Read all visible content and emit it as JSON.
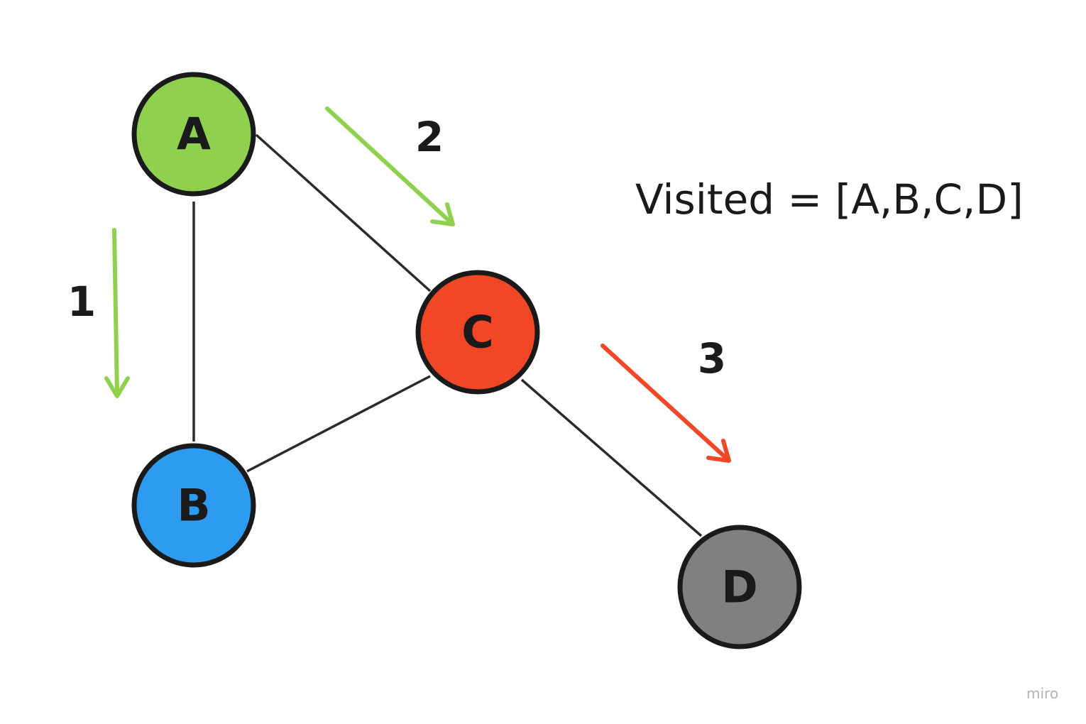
{
  "colors": {
    "visited_green": "#8fd14f",
    "start_blue": "#2d9bf0",
    "current_red": "#f24726",
    "unvisited_gray": "#808080",
    "edge": "#2b2b2b",
    "outline": "#1a1a1a"
  },
  "nodes": [
    {
      "id": "A",
      "label": "A",
      "color": "#8fd14f"
    },
    {
      "id": "B",
      "label": "B",
      "color": "#2d9bf0"
    },
    {
      "id": "C",
      "label": "C",
      "color": "#f24726"
    },
    {
      "id": "D",
      "label": "D",
      "color": "#808080"
    }
  ],
  "edges": [
    {
      "from": "A",
      "to": "B"
    },
    {
      "from": "A",
      "to": "C"
    },
    {
      "from": "B",
      "to": "C"
    },
    {
      "from": "C",
      "to": "D"
    }
  ],
  "steps": [
    {
      "label": "1",
      "from": "A",
      "to": "B",
      "color": "#8fd14f"
    },
    {
      "label": "2",
      "from": "A",
      "to": "C",
      "color": "#8fd14f"
    },
    {
      "label": "3",
      "from": "C",
      "to": "D",
      "color": "#f24726"
    }
  ],
  "visited_text": "Visited = [A,B,C,D]",
  "watermark": "miro"
}
